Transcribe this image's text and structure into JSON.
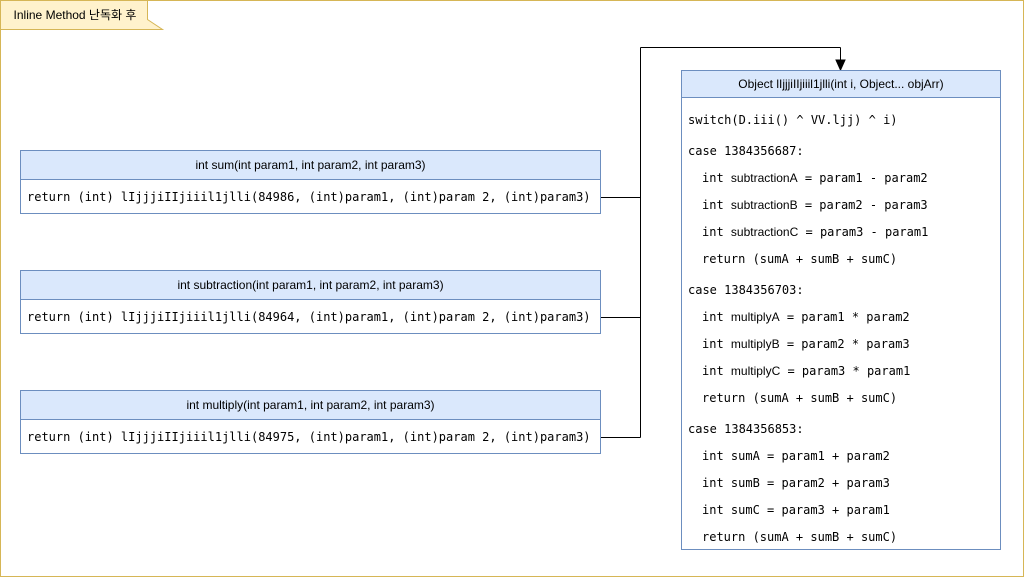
{
  "frame": {
    "title": "Inline Method 난독화 후",
    "tab_fill": "#FFF2CC",
    "tab_border": "#D6B656"
  },
  "colors": {
    "box_header_fill": "#DAE8FC",
    "box_border": "#6C8EBF",
    "connector": "#000000",
    "background": "#FFFFFF",
    "text": "#000000"
  },
  "left_boxes": [
    {
      "header": "int sum(int param1, int param2, int param3)",
      "body": "return (int) lIjjjiIIjiiil1jlli(84986, (int)param1, (int)param 2, (int)param3)"
    },
    {
      "header": "int subtraction(int param1, int param2, int param3)",
      "body": "return (int) lIjjjiIIjiiil1jlli(84964, (int)param1, (int)param 2, (int)param3)"
    },
    {
      "header": "int multiply(int param1, int param2, int param3)",
      "body": "return (int) lIjjjiIIjiiil1jlli(84975, (int)param1, (int)param 2, (int)param3)"
    }
  ],
  "right_box": {
    "header": "Object lIjjjiIIjiiil1jlli(int i, Object... objArr)",
    "lines": [
      {
        "indent": false,
        "gap": false,
        "segments": [
          {
            "font": "mono",
            "text": "switch(D.iii() ^ VV.ljj) ^ i)"
          }
        ]
      },
      {
        "indent": false,
        "gap": true,
        "segments": [
          {
            "font": "mono",
            "text": "case 1384356687:"
          }
        ]
      },
      {
        "indent": true,
        "gap": false,
        "segments": [
          {
            "font": "mono",
            "text": "int "
          },
          {
            "font": "sans",
            "text": "subtractionA"
          },
          {
            "font": "mono",
            "text": " = param1 - param2"
          }
        ]
      },
      {
        "indent": true,
        "gap": false,
        "segments": [
          {
            "font": "mono",
            "text": "int "
          },
          {
            "font": "sans",
            "text": "subtractionB"
          },
          {
            "font": "mono",
            "text": " = param2 - param3"
          }
        ]
      },
      {
        "indent": true,
        "gap": false,
        "segments": [
          {
            "font": "mono",
            "text": "int "
          },
          {
            "font": "sans",
            "text": "subtractionC"
          },
          {
            "font": "mono",
            "text": " = param3 - param1"
          }
        ]
      },
      {
        "indent": true,
        "gap": false,
        "segments": [
          {
            "font": "mono",
            "text": "return (sumA + sumB + sumC)"
          }
        ]
      },
      {
        "indent": false,
        "gap": true,
        "segments": [
          {
            "font": "mono",
            "text": "case 1384356703:"
          }
        ]
      },
      {
        "indent": true,
        "gap": false,
        "segments": [
          {
            "font": "mono",
            "text": "int "
          },
          {
            "font": "sans",
            "text": "multiplyA"
          },
          {
            "font": "mono",
            "text": " = param1 * param2"
          }
        ]
      },
      {
        "indent": true,
        "gap": false,
        "segments": [
          {
            "font": "mono",
            "text": "int "
          },
          {
            "font": "sans",
            "text": "multiplyB"
          },
          {
            "font": "mono",
            "text": " = param2 * param3"
          }
        ]
      },
      {
        "indent": true,
        "gap": false,
        "segments": [
          {
            "font": "mono",
            "text": "int "
          },
          {
            "font": "sans",
            "text": "multiplyC"
          },
          {
            "font": "mono",
            "text": " = param3 * param1"
          }
        ]
      },
      {
        "indent": true,
        "gap": false,
        "segments": [
          {
            "font": "mono",
            "text": "return (sumA + sumB + sumC)"
          }
        ]
      },
      {
        "indent": false,
        "gap": true,
        "segments": [
          {
            "font": "mono",
            "text": "case 1384356853:"
          }
        ]
      },
      {
        "indent": true,
        "gap": false,
        "segments": [
          {
            "font": "mono",
            "text": "int sumA = param1 + param2"
          }
        ]
      },
      {
        "indent": true,
        "gap": false,
        "segments": [
          {
            "font": "mono",
            "text": "int sumB = param2 + param3"
          }
        ]
      },
      {
        "indent": true,
        "gap": false,
        "segments": [
          {
            "font": "mono",
            "text": "int sumC = param3 + param1"
          }
        ]
      },
      {
        "indent": true,
        "gap": false,
        "segments": [
          {
            "font": "mono",
            "text": "return (sumA + sumB + sumC)"
          }
        ]
      }
    ]
  }
}
